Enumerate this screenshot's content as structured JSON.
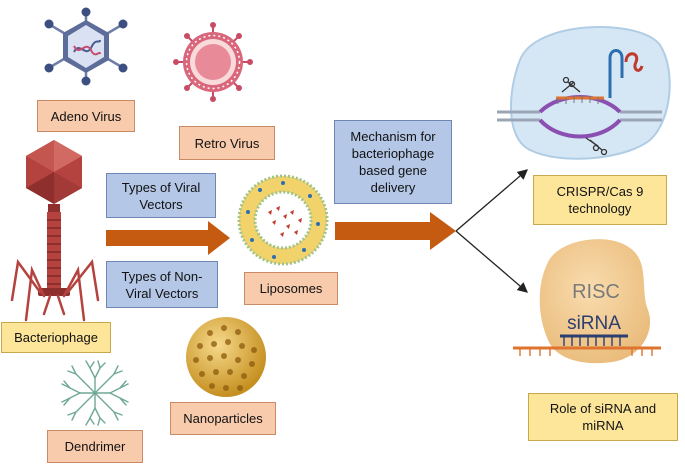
{
  "labels": {
    "adeno": "Adeno Virus",
    "retro": "Retro Virus",
    "viral": "Types of Viral Vectors",
    "nonviral": "Types of Non-Viral Vectors",
    "mechanism": "Mechanism for bacteriophage based gene delivery",
    "liposomes": "Liposomes",
    "bacteriophage": "Bacteriophage",
    "nanoparticles": "Nanoparticles",
    "dendrimer": "Dendrimer",
    "crispr": "CRISPR/Cas 9 technology",
    "sirna_role": "Role of siRNA and miRNA",
    "risc": "RISC",
    "sirna": "siRNA"
  },
  "colors": {
    "peach": "#f8cbad",
    "blue": "#b4c7e7",
    "yellow": "#fde699",
    "arrow": "#c55a11",
    "phage": "#b4433f",
    "virus_shell": "#6f7ea8",
    "retro": "#d9667a",
    "liposome": "#f2d36b",
    "nanoparticle": "#d9a72e",
    "dendrimer": "#6fa896",
    "risc": "#f4cd96",
    "cell": "#d5e7f5"
  }
}
